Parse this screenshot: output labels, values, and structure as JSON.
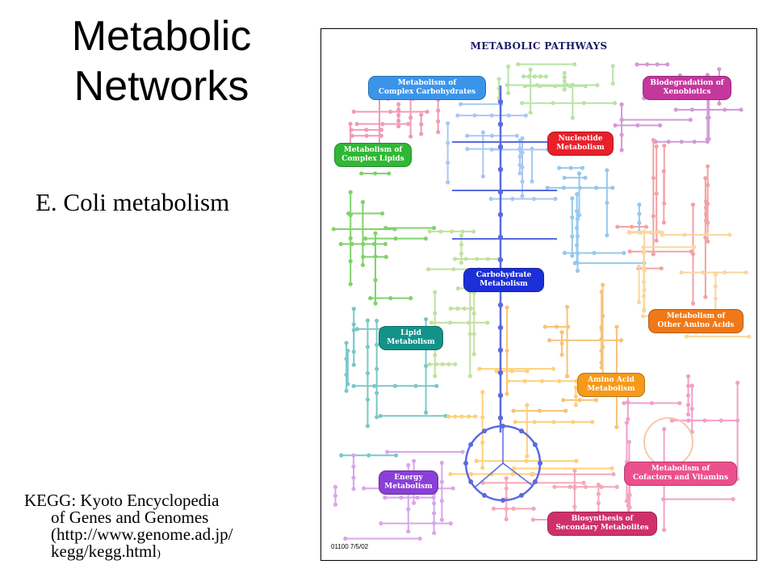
{
  "slide": {
    "title_line1": "Metabolic",
    "title_line2": "Networks",
    "subtitle": "E. Coli metabolism",
    "source_line1": "KEGG: Kyoto Encyclopedia",
    "source_line2": "of Genes and Genomes",
    "source_line3": "(http://www.genome.ad.jp/",
    "source_line4": "kegg/kegg.html",
    "source_line4_tail": ")"
  },
  "map": {
    "title": "METABOLIC PATHWAYS",
    "code": "01100  7/5/02",
    "labels": [
      {
        "key": "complex_carbohydrates",
        "line1": "Metabolism of",
        "line2": "Complex Carbohydrates",
        "color": "#3a95ea"
      },
      {
        "key": "xenobiotics",
        "line1": "Biodegradation of",
        "line2": "Xenobiotics",
        "color": "#c5379d"
      },
      {
        "key": "nucleotide",
        "line1": "Nucleotide",
        "line2": "Metabolism",
        "color": "#e8202a"
      },
      {
        "key": "complex_lipids",
        "line1": "Metabolism of",
        "line2": "Complex Lipids",
        "color": "#2fb835"
      },
      {
        "key": "carbohydrate",
        "line1": "Carbohydrate",
        "line2": "Metabolism",
        "color": "#1c2fd8"
      },
      {
        "key": "other_amino_acids",
        "line1": "Metabolism of",
        "line2": "Other Amino Acids",
        "color": "#f07818"
      },
      {
        "key": "lipid",
        "line1": "Lipid",
        "line2": "Metabolism",
        "color": "#12938a"
      },
      {
        "key": "amino_acid",
        "line1": "Amino Acid",
        "line2": "Metabolism",
        "color": "#f59a1a"
      },
      {
        "key": "cofactors",
        "line1": "Metabolism of",
        "line2": "Cofactors and Vitamins",
        "color": "#ec4f8e"
      },
      {
        "key": "energy",
        "line1": "Energy",
        "line2": "Metabolism",
        "color": "#8a3fd6"
      },
      {
        "key": "secondary",
        "line1": "Biosynthesis of",
        "line2": "Secondary Metabolites",
        "color": "#d0306a"
      }
    ]
  }
}
